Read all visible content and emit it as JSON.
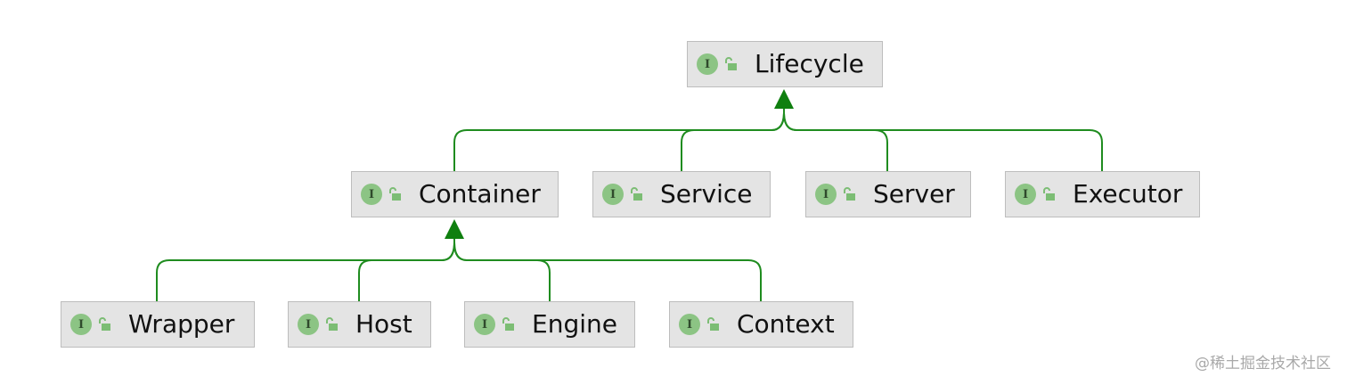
{
  "diagram": {
    "nodes": [
      {
        "id": "lifecycle",
        "label": "Lifecycle",
        "icon": "interface-icon",
        "badge_letter": "I",
        "lock": "unlocked-icon"
      },
      {
        "id": "container",
        "label": "Container",
        "icon": "interface-icon",
        "badge_letter": "I",
        "lock": "unlocked-icon"
      },
      {
        "id": "service",
        "label": "Service",
        "icon": "interface-icon",
        "badge_letter": "I",
        "lock": "unlocked-icon"
      },
      {
        "id": "server",
        "label": "Server",
        "icon": "interface-icon",
        "badge_letter": "I",
        "lock": "unlocked-icon"
      },
      {
        "id": "executor",
        "label": "Executor",
        "icon": "interface-icon",
        "badge_letter": "I",
        "lock": "unlocked-icon"
      },
      {
        "id": "wrapper",
        "label": "Wrapper",
        "icon": "interface-icon",
        "badge_letter": "I",
        "lock": "unlocked-icon"
      },
      {
        "id": "host",
        "label": "Host",
        "icon": "interface-icon",
        "badge_letter": "I",
        "lock": "unlocked-icon"
      },
      {
        "id": "engine",
        "label": "Engine",
        "icon": "interface-icon",
        "badge_letter": "I",
        "lock": "unlocked-icon"
      },
      {
        "id": "context",
        "label": "Context",
        "icon": "interface-icon",
        "badge_letter": "I",
        "lock": "unlocked-icon"
      }
    ],
    "edges": [
      {
        "from": "container",
        "to": "lifecycle",
        "type": "extends"
      },
      {
        "from": "service",
        "to": "lifecycle",
        "type": "extends"
      },
      {
        "from": "server",
        "to": "lifecycle",
        "type": "extends"
      },
      {
        "from": "executor",
        "to": "lifecycle",
        "type": "extends"
      },
      {
        "from": "wrapper",
        "to": "container",
        "type": "extends"
      },
      {
        "from": "host",
        "to": "container",
        "type": "extends"
      },
      {
        "from": "engine",
        "to": "container",
        "type": "extends"
      },
      {
        "from": "context",
        "to": "container",
        "type": "extends"
      }
    ],
    "colors": {
      "edge": "#1f8c1f",
      "arrow": "#0f7f0f",
      "node_fill": "#e4e4e4",
      "node_border": "#bdbdbd",
      "icon_fill": "#8cc484",
      "lock_fill": "#7cbd74"
    }
  },
  "watermark": "@稀土掘金技术社区"
}
